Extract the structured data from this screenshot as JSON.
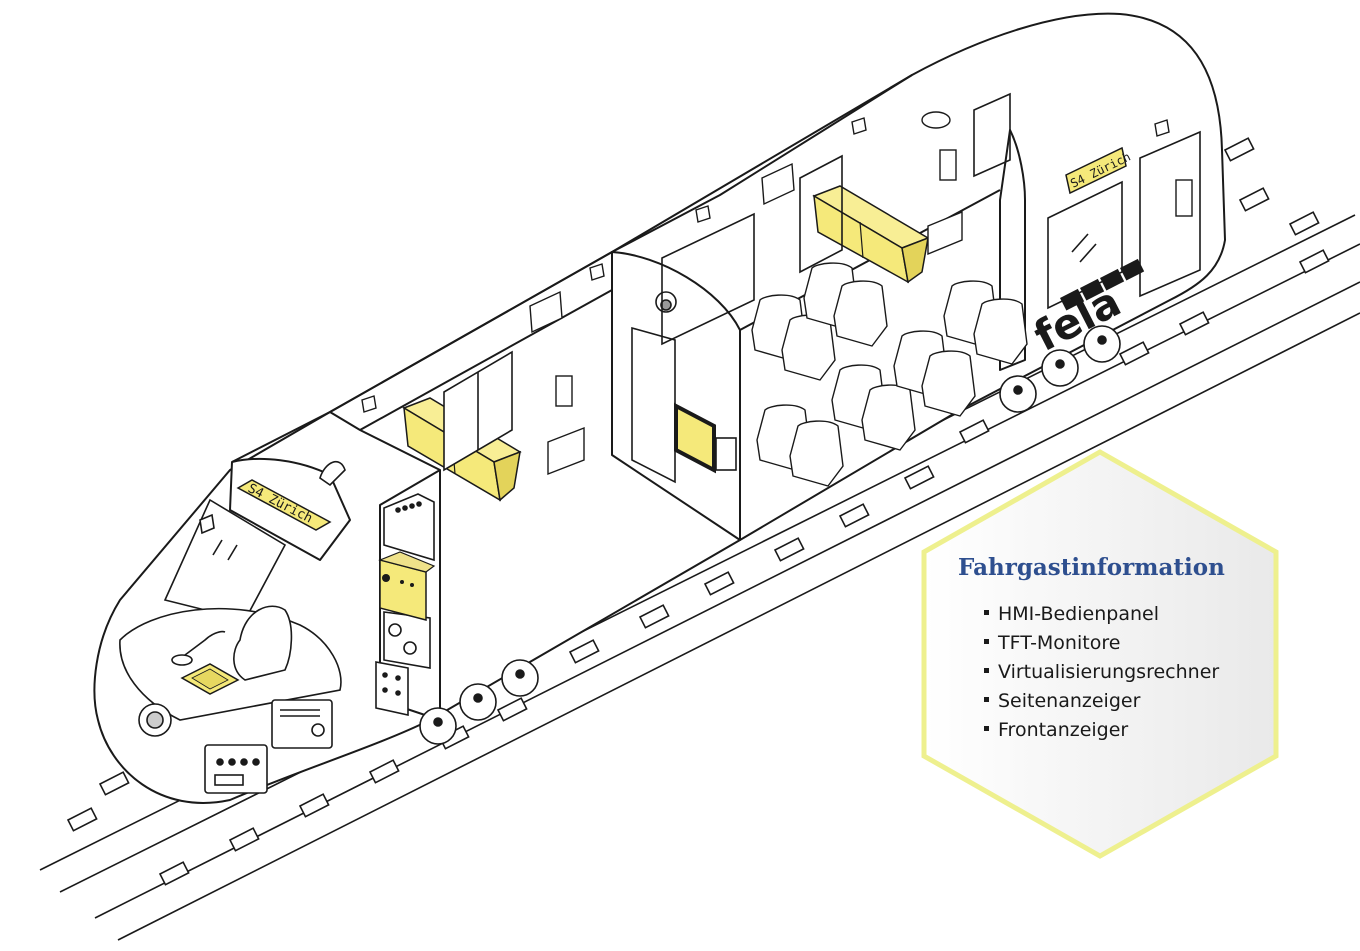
{
  "diagram": {
    "destination_sign_front": "S4 Zürich",
    "destination_sign_side": "S4 Zürich",
    "logo_text": "fela",
    "colors": {
      "highlight": "#f5e97a",
      "highlight_stroke": "#c9b94a",
      "line": "#1a1a1a",
      "hex_border": "#eef08e",
      "title": "#2e4f8f"
    }
  },
  "info_panel": {
    "title": "Fahrgastinformation",
    "items": [
      "HMI-Bedienpanel",
      "TFT-Monitore",
      "Virtualisierungsrechner",
      "Seitenanzeiger",
      "Frontanzeiger"
    ]
  }
}
